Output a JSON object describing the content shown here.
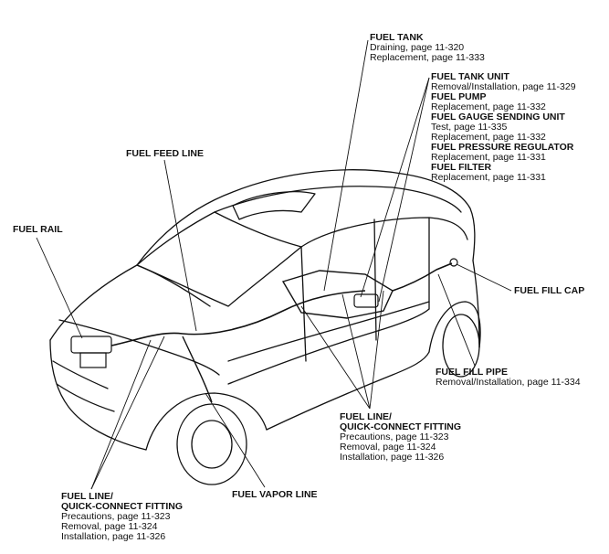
{
  "labels": {
    "fuel_tank": {
      "title": "FUEL TANK",
      "lines": [
        "Draining, page 11-320",
        "Replacement, page 11-333"
      ]
    },
    "fuel_tank_unit_group": {
      "tank_unit_title": "FUEL TANK UNIT",
      "tank_unit_ref": "Removal/Installation, page 11-329",
      "pump_title": "FUEL PUMP",
      "pump_ref": "Replacement, page 11-332",
      "gauge_title": "FUEL GAUGE SENDING UNIT",
      "gauge_ref_1": "Test, page 11-335",
      "gauge_ref_2": "Replacement, page 11-332",
      "regulator_title": "FUEL PRESSURE REGULATOR",
      "regulator_ref": "Replacement, page 11-331",
      "filter_title": "FUEL FILTER",
      "filter_ref": "Replacement, page 11-331"
    },
    "fuel_feed_line": "FUEL FEED LINE",
    "fuel_rail": "FUEL RAIL",
    "fuel_fill_cap": "FUEL FILL CAP",
    "fuel_fill_pipe": {
      "title": "FUEL FILL PIPE",
      "ref": "Removal/Installation, page 11-334"
    },
    "fitting_right": {
      "title_1": "FUEL LINE/",
      "title_2": "QUICK-CONNECT FITTING",
      "precautions": "Precautions, page 11-323",
      "removal": "Removal, page 11-324",
      "installation": "Installation, page 11-326"
    },
    "fitting_left": {
      "title_1": "FUEL LINE/",
      "title_2": "QUICK-CONNECT FITTING",
      "precautions": "Precautions, page 11-323",
      "removal": "Removal, page 11-324",
      "installation": "Installation, page 11-326"
    },
    "fuel_vapor_line": "FUEL VAPOR LINE"
  }
}
